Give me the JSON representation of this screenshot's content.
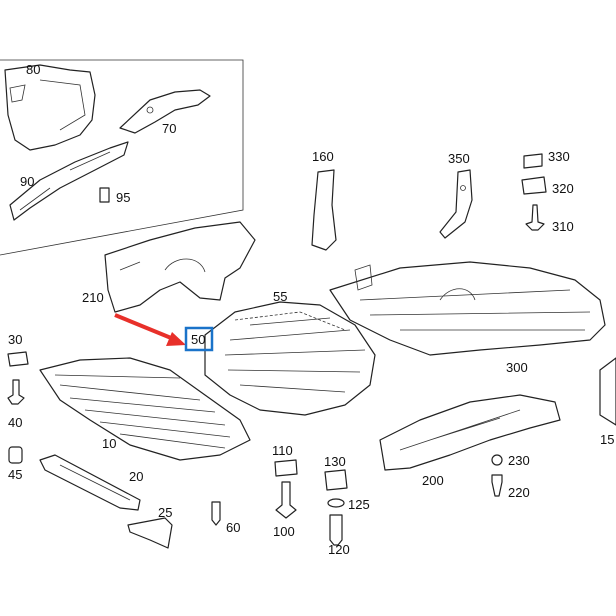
{
  "labels": {
    "l80": "80",
    "l70": "70",
    "l90": "90",
    "l95": "95",
    "l160": "160",
    "l350": "350",
    "l330": "330",
    "l320": "320",
    "l310": "310",
    "l210": "210",
    "l55": "55",
    "l50": "50",
    "l30": "30",
    "l40": "40",
    "l45": "45",
    "l10": "10",
    "l20": "20",
    "l25": "25",
    "l60": "60",
    "l110": "110",
    "l100": "100",
    "l130": "130",
    "l125": "125",
    "l120": "120",
    "l300": "300",
    "l200": "200",
    "l230": "230",
    "l220": "220",
    "l15": "15"
  },
  "colors": {
    "highlight_box": "#1a73c9",
    "arrow": "#e8302a"
  }
}
